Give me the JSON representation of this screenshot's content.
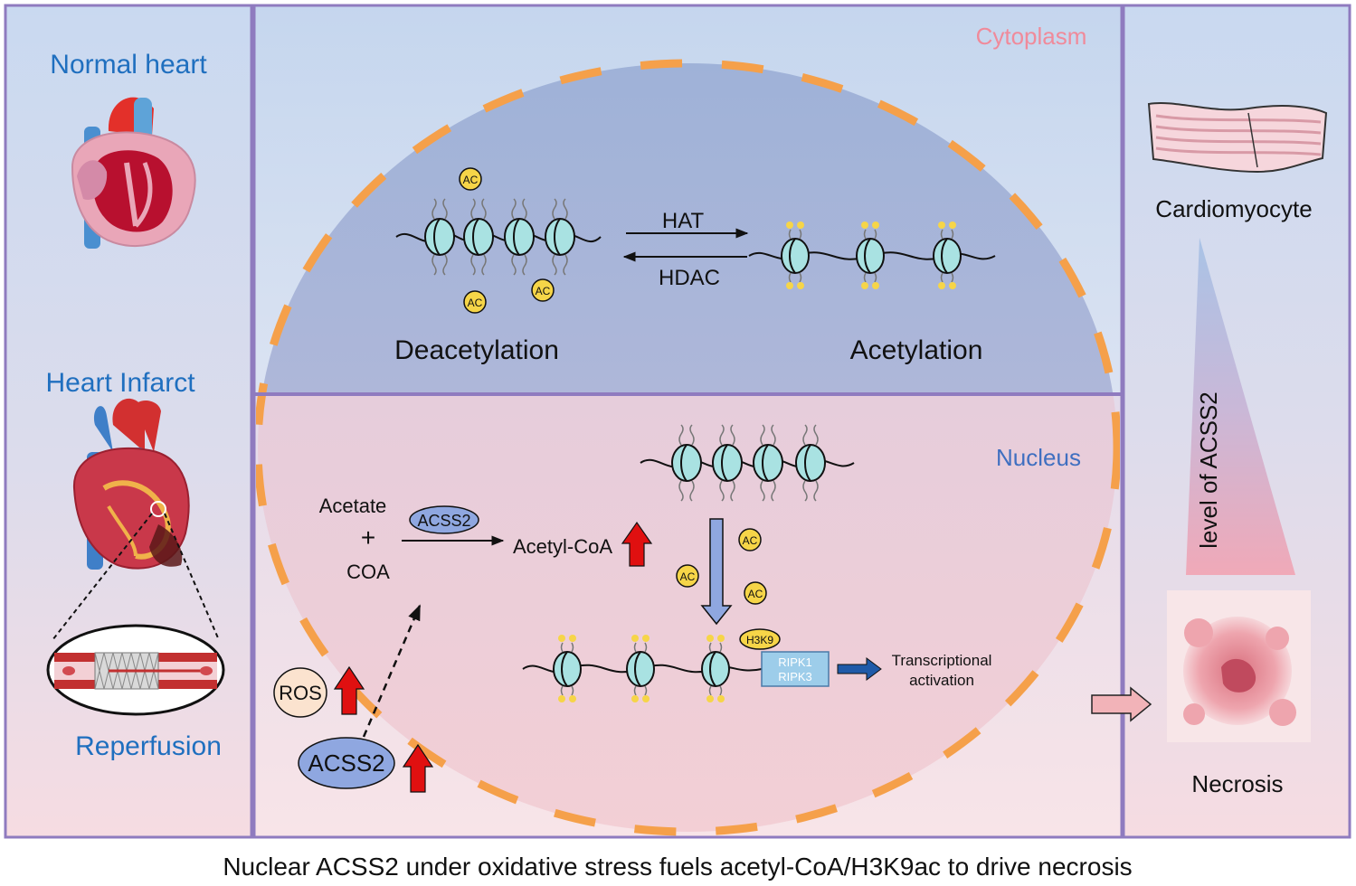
{
  "left_panel": {
    "normal_heart": "Normal heart",
    "heart_infarct": "Heart Infarct",
    "reperfusion": "Reperfusion"
  },
  "center_top": {
    "cytoplasm": "Cytoplasm",
    "hat": "HAT",
    "hdac": "HDAC",
    "deacetylation": "Deacetylation",
    "acetylation": "Acetylation",
    "ac_token": "AC",
    "small_ac": "Ac"
  },
  "center_bottom": {
    "nucleus": "Nucleus",
    "acetate": "Acetate",
    "plus": "+",
    "coa": "COA",
    "acss2_enzyme": "ACSS2",
    "acetyl_coa": "Acetyl-CoA",
    "ros": "ROS",
    "acss2_bottom": "ACSS2",
    "h3k9": "H3K9",
    "ripk1": "RIPK1",
    "ripk3": "RIPK3",
    "transcriptional": "Transcriptional",
    "activation": "activation"
  },
  "right_panel": {
    "cardiomyocyte": "Cardiomyocyte",
    "level_of_acss2": "level of ACSS2",
    "necrosis": "Necrosis"
  },
  "caption": "Nuclear ACSS2 under oxidative stress fuels acetyl-CoA/H3K9ac to drive necrosis",
  "colors": {
    "panel_border": "#8f7bbf",
    "title_blue": "#1f6fbf",
    "cytoplasm_pink": "#f08a9a",
    "nucleus_blue": "#3f6fc0",
    "dash_orange": "#f5a04a",
    "nucleosome_teal": "#a9e2e2",
    "ac_yellow": "#f6d548",
    "arrow_red": "#e01010",
    "acss2_fill": "#8fa7e0"
  }
}
